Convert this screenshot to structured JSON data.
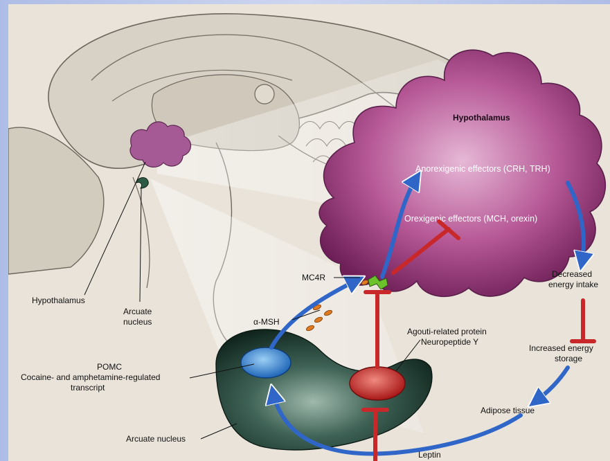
{
  "labels": {
    "hypothalamus_box": "Hypothalamus",
    "anorexigenic": "Anorexigenic effectors (CRH, TRH)",
    "orexigenic": "Orexigenic effectors (MCH, orexin)",
    "mc4r": "MC4R",
    "alpha_msh": "α-MSH",
    "hypothalamus_left": "Hypothalamus",
    "arcuate_line1": "Arcuate",
    "arcuate_line2": "nucleus",
    "decreased_line1": "Decreased",
    "decreased_line2": "energy intake",
    "increased_line1": "Increased energy",
    "increased_line2": "storage",
    "agrp_line1": "Agouti-related protein",
    "agrp_line2": "Neuropeptide Y",
    "pomc_line1": "POMC",
    "pomc_line2": "Cocaine- and amphetamine-regulated",
    "pomc_line3": "transcript",
    "adipose": "Adipose tissue",
    "arcuate_bottom": "Arcuate nucleus",
    "leptin": "Leptin"
  },
  "colors": {
    "stimulate": "#2f66c8",
    "inhibit": "#c8282a",
    "hypothalamus": "#b04a8e",
    "arcuate": "#1f3a30",
    "pomc_neuron": "#2f86d8",
    "agrp_neuron": "#c42a2a",
    "receptor": "#5aa82a",
    "msh": "#e07a20"
  }
}
